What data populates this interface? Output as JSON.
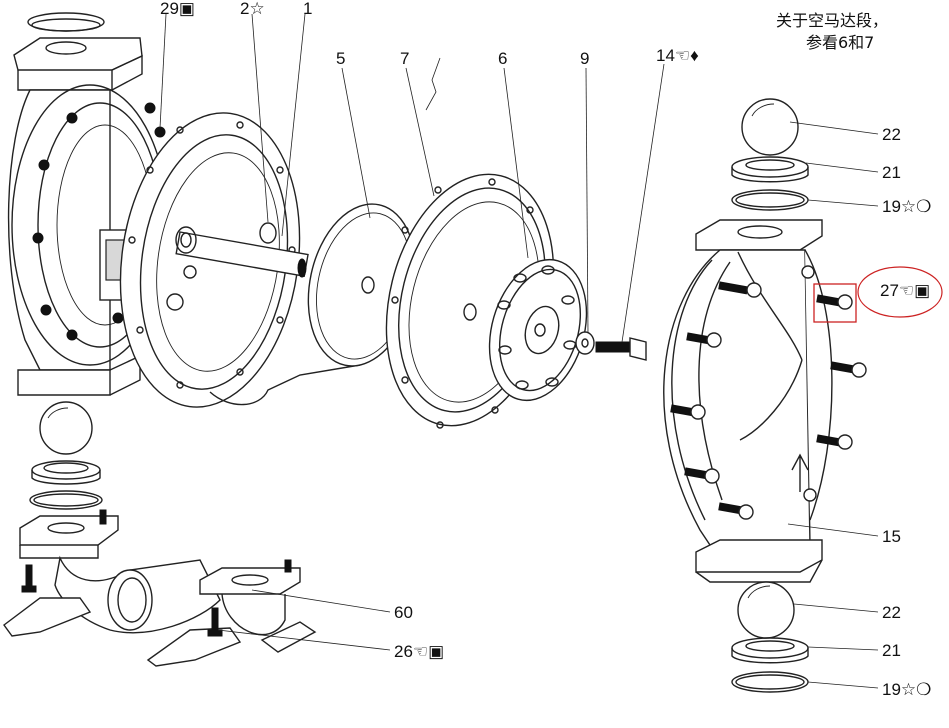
{
  "note": {
    "line1": "关于空马达段，",
    "line2": "参看6和7"
  },
  "callouts": [
    {
      "id": "29",
      "text": "29▣"
    },
    {
      "id": "2",
      "text": "2☆"
    },
    {
      "id": "1",
      "text": "1"
    },
    {
      "id": "5",
      "text": "5"
    },
    {
      "id": "7",
      "text": "7"
    },
    {
      "id": "6",
      "text": "6"
    },
    {
      "id": "9",
      "text": "9"
    },
    {
      "id": "14",
      "text": "14☜♦"
    },
    {
      "id": "22-top",
      "text": "22"
    },
    {
      "id": "21-top",
      "text": "21"
    },
    {
      "id": "19-top",
      "text": "19☆❍"
    },
    {
      "id": "27",
      "text": "27☜▣"
    },
    {
      "id": "15",
      "text": "15"
    },
    {
      "id": "22-bottom",
      "text": "22"
    },
    {
      "id": "21-bottom",
      "text": "21"
    },
    {
      "id": "19-bottom",
      "text": "19☆❍"
    },
    {
      "id": "60",
      "text": "60"
    },
    {
      "id": "26",
      "text": "26☜▣"
    }
  ],
  "highlight": {
    "ellipse_color": "#cc2222",
    "box_color": "#cc2222"
  }
}
